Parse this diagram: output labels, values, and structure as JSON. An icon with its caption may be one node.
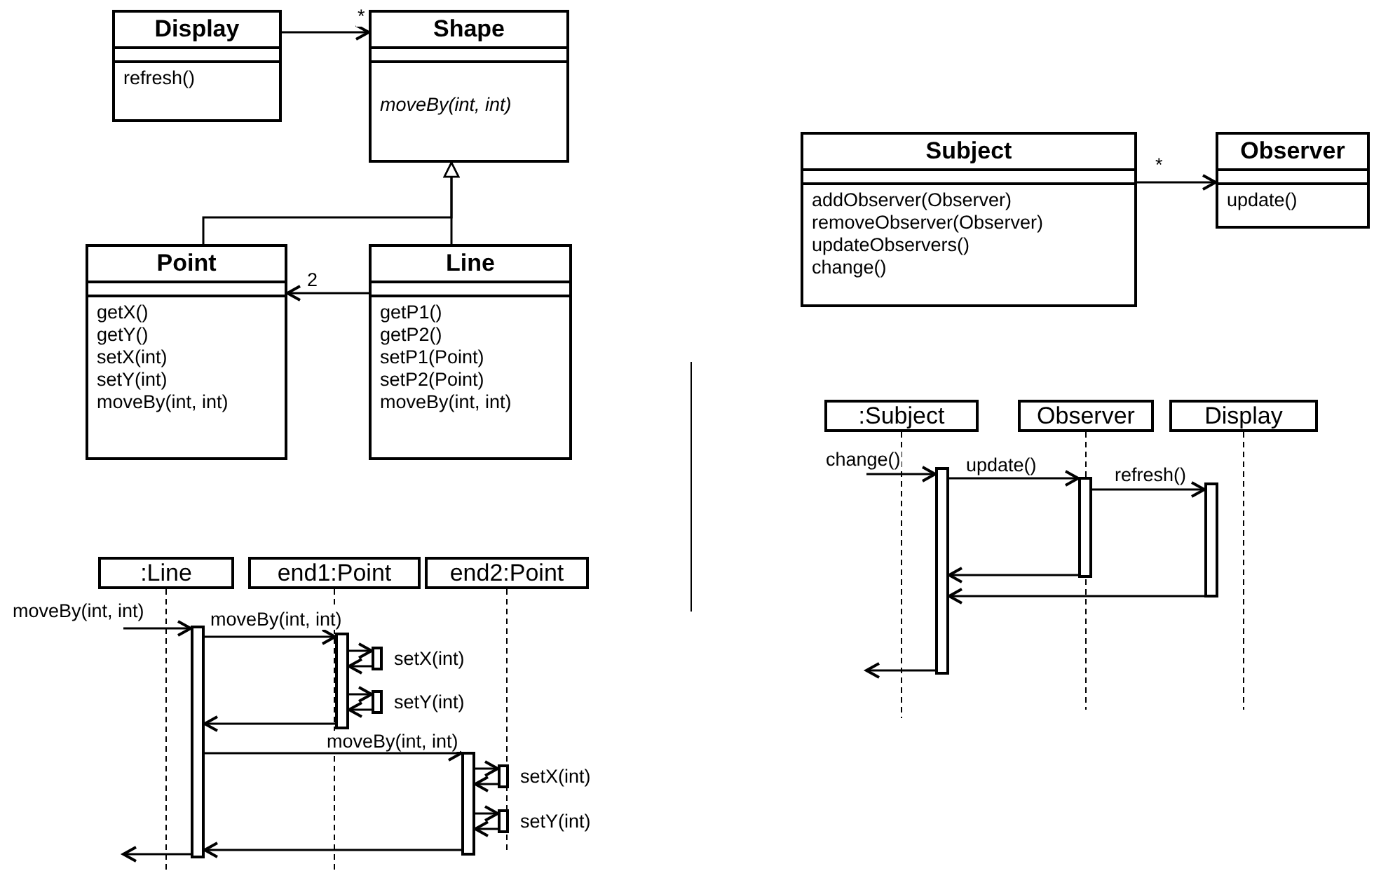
{
  "diagram": {
    "nodes": [
      {
        "text": [
          "Display",
          "refresh()"
        ]
      },
      {
        "text": [
          "Shape",
          "moveBy(int, int)"
        ]
      },
      {
        "text": [
          "Point",
          "getX()",
          "getY()",
          "setX(int)",
          "setY(int)",
          "moveBy(int, int)"
        ]
      },
      {
        "text": [
          "Line",
          "getP1()",
          "getP2()",
          "setP1(Point)",
          "setP2(Point)",
          "moveBy(int, int)"
        ]
      },
      {
        "text": [
          "Subject",
          "addObserver(Observer)",
          "removeObserver(Observer)",
          "updateObservers()",
          "change()"
        ]
      },
      {
        "text": [
          "Observer",
          "update()"
        ]
      },
      {
        "text": [
          ":Line"
        ]
      },
      {
        "text": [
          "end1:Point"
        ]
      },
      {
        "text": [
          "end2:Point"
        ]
      },
      {
        "text": [],
        "shape": "bar"
      },
      {
        "text": [],
        "shape": "bar"
      },
      {
        "text": [],
        "shape": "bar"
      },
      {
        "text": [],
        "shape": "bar"
      },
      {
        "text": [],
        "shape": "bar"
      },
      {
        "text": [],
        "shape": "bar"
      },
      {
        "text": [],
        "shape": "bar"
      },
      {
        "text": [
          ":Subject"
        ]
      },
      {
        "text": [
          "Observer"
        ]
      },
      {
        "text": [
          "Display"
        ]
      },
      {
        "text": [],
        "shape": "bar"
      },
      {
        "text": [],
        "shape": "bar"
      },
      {
        "text": [],
        "shape": "bar"
      }
    ],
    "edges": [
      {
        "from": 0,
        "to": 1,
        "arrow": "to",
        "label": "*"
      },
      {
        "from": 2,
        "to": 1,
        "arrow": "to"
      },
      {
        "from": 3,
        "to": 1,
        "arrow": "to"
      },
      {
        "from": 3,
        "to": 2,
        "arrow": "to",
        "label": "2"
      },
      {
        "from": 4,
        "to": 5,
        "arrow": "to",
        "label": "*"
      },
      {
        "from": null,
        "to": 9,
        "arrow": "to",
        "label": "moveBy(int, int)"
      },
      {
        "from": 9,
        "to": 10,
        "arrow": "to",
        "label": "moveBy(int, int)"
      },
      {
        "from": 10,
        "to": 11,
        "arrow": "to",
        "label": "setX(int)"
      },
      {
        "from": 11,
        "to": 10,
        "arrow": "to"
      },
      {
        "from": 10,
        "to": 12,
        "arrow": "to",
        "label": "setY(int)"
      },
      {
        "from": 12,
        "to": 10,
        "arrow": "to"
      },
      {
        "from": 10,
        "to": 9,
        "arrow": "to"
      },
      {
        "from": 9,
        "to": 13,
        "arrow": "to",
        "label": "moveBy(int, int)"
      },
      {
        "from": 13,
        "to": 14,
        "arrow": "to",
        "label": "setX(int)"
      },
      {
        "from": 14,
        "to": 13,
        "arrow": "to"
      },
      {
        "from": 13,
        "to": 15,
        "arrow": "to",
        "label": "setY(int)"
      },
      {
        "from": 15,
        "to": 13,
        "arrow": "to"
      },
      {
        "from": 13,
        "to": 9,
        "arrow": "to"
      },
      {
        "from": 9,
        "to": null,
        "arrow": "to"
      },
      {
        "from": null,
        "to": 19,
        "arrow": "to",
        "label": "change()"
      },
      {
        "from": 19,
        "to": 20,
        "arrow": "to",
        "label": "update()"
      },
      {
        "from": 20,
        "to": 21,
        "arrow": "to",
        "label": "refresh()"
      },
      {
        "from": 20,
        "to": 19,
        "arrow": "to"
      },
      {
        "from": 21,
        "to": 19,
        "arrow": "to"
      },
      {
        "from": 19,
        "to": null,
        "arrow": "to"
      }
    ]
  }
}
